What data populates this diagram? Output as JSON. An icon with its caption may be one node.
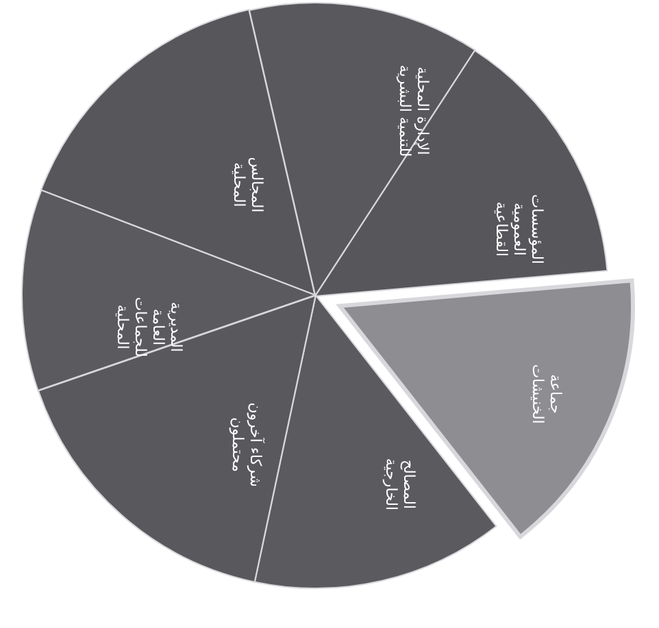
{
  "diagram": {
    "nodes": [
      {
        "text": [
          "المجالس المحلية"
        ]
      },
      {
        "text": [
          "الإدارة المحلية للتنمية البشرية"
        ]
      },
      {
        "text": [
          "المؤسسات العمومية القطاعية"
        ]
      },
      {
        "text": [
          "جماعة الخنيشات"
        ]
      },
      {
        "text": [
          "المصالح الخارجية"
        ]
      },
      {
        "text": [
          "شركاء آخرون محتملون"
        ]
      },
      {
        "text": [
          "المديرية العامة للجماعات المحلية"
        ]
      }
    ]
  }
}
